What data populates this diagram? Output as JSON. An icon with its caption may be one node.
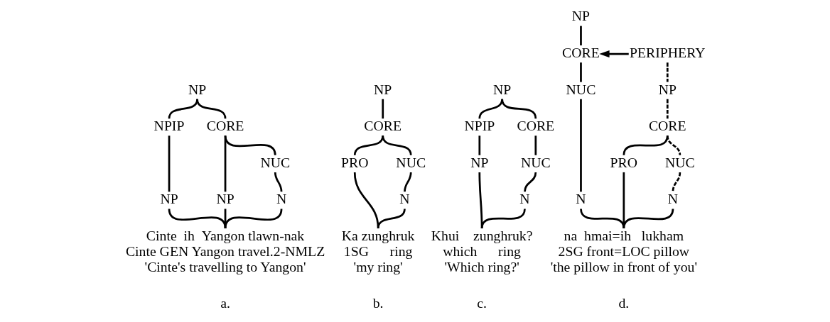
{
  "diagram": {
    "nodes": [
      {
        "text": [
          "NP"
        ]
      },
      {
        "text": [
          "NPIP"
        ]
      },
      {
        "text": [
          "CORE"
        ]
      },
      {
        "text": [
          "NP"
        ]
      },
      {
        "text": [
          "NP"
        ]
      },
      {
        "text": [
          "NUC"
        ]
      },
      {
        "text": [
          "N"
        ]
      },
      {
        "text": [
          "Cinte  ih  Yangon tlawn-nak",
          "Cinte GEN Yangon travel.2-NMLZ",
          "'Cinte's travelling to Yangon'"
        ]
      },
      {
        "text": [
          "NP"
        ]
      },
      {
        "text": [
          "CORE"
        ]
      },
      {
        "text": [
          "PRO"
        ]
      },
      {
        "text": [
          "NUC"
        ]
      },
      {
        "text": [
          "N"
        ]
      },
      {
        "text": [
          "Ka zunghruk",
          "1SG      ring",
          "'my ring'"
        ]
      },
      {
        "text": [
          "NP"
        ]
      },
      {
        "text": [
          "NPIP"
        ]
      },
      {
        "text": [
          "CORE"
        ]
      },
      {
        "text": [
          "NP"
        ]
      },
      {
        "text": [
          "NUC"
        ]
      },
      {
        "text": [
          "N"
        ]
      },
      {
        "text": [
          "Khui    zunghruk?",
          "which      ring",
          "'Which ring?'"
        ]
      },
      {
        "text": [
          "NP"
        ]
      },
      {
        "text": [
          "PERIPHERY"
        ]
      },
      {
        "text": [
          "CORE"
        ]
      },
      {
        "text": [
          "NP"
        ]
      },
      {
        "text": [
          "CORE"
        ]
      },
      {
        "text": [
          "PRO"
        ]
      },
      {
        "text": [
          "NUC"
        ]
      },
      {
        "text": [
          "N"
        ]
      },
      {
        "text": [
          "NUC"
        ]
      },
      {
        "text": [
          "N"
        ]
      },
      {
        "text": [
          "na  hmai=ih   lukham",
          "2SG front=LOC pillow",
          "'the pillow in front of you'"
        ]
      }
    ],
    "edges": [
      {
        "from": 0,
        "to": 1,
        "arrow": "none"
      },
      {
        "from": 0,
        "to": 2,
        "arrow": "none"
      },
      {
        "from": 1,
        "to": 3,
        "arrow": "none"
      },
      {
        "from": 2,
        "to": 4,
        "arrow": "none"
      },
      {
        "from": 2,
        "to": 5,
        "arrow": "none"
      },
      {
        "from": 5,
        "to": 6,
        "arrow": "none"
      },
      {
        "from": 3,
        "to": 7,
        "arrow": "none"
      },
      {
        "from": 4,
        "to": 7,
        "arrow": "none"
      },
      {
        "from": 6,
        "to": 7,
        "arrow": "none"
      },
      {
        "from": 8,
        "to": 9,
        "arrow": "none"
      },
      {
        "from": 9,
        "to": 10,
        "arrow": "none"
      },
      {
        "from": 9,
        "to": 11,
        "arrow": "none"
      },
      {
        "from": 11,
        "to": 12,
        "arrow": "none"
      },
      {
        "from": 10,
        "to": 13,
        "arrow": "none"
      },
      {
        "from": 12,
        "to": 13,
        "arrow": "none"
      },
      {
        "from": 14,
        "to": 15,
        "arrow": "none"
      },
      {
        "from": 14,
        "to": 16,
        "arrow": "none"
      },
      {
        "from": 15,
        "to": 17,
        "arrow": "none"
      },
      {
        "from": 16,
        "to": 18,
        "arrow": "none"
      },
      {
        "from": 18,
        "to": 19,
        "arrow": "none"
      },
      {
        "from": 17,
        "to": 20,
        "arrow": "none"
      },
      {
        "from": 19,
        "to": 20,
        "arrow": "none"
      },
      {
        "from": 21,
        "to": 23,
        "arrow": "none"
      },
      {
        "from": 22,
        "to": 23,
        "arrow": "to"
      },
      {
        "from": 22,
        "to": 24,
        "arrow": "none",
        "style": "dashed"
      },
      {
        "from": 24,
        "to": 25,
        "arrow": "none",
        "style": "dashed"
      },
      {
        "from": 25,
        "to": 26,
        "arrow": "none"
      },
      {
        "from": 25,
        "to": 27,
        "arrow": "none",
        "style": "dashed"
      },
      {
        "from": 27,
        "to": 28,
        "arrow": "none",
        "style": "dashed"
      },
      {
        "from": 23,
        "to": 29,
        "arrow": "none"
      },
      {
        "from": 29,
        "to": 30,
        "arrow": "none"
      },
      {
        "from": 26,
        "to": 31,
        "arrow": "none"
      },
      {
        "from": 28,
        "to": 31,
        "arrow": "none"
      },
      {
        "from": 30,
        "to": 31,
        "arrow": "none"
      }
    ],
    "labels": [
      "a.",
      "b.",
      "c.",
      "d."
    ]
  }
}
